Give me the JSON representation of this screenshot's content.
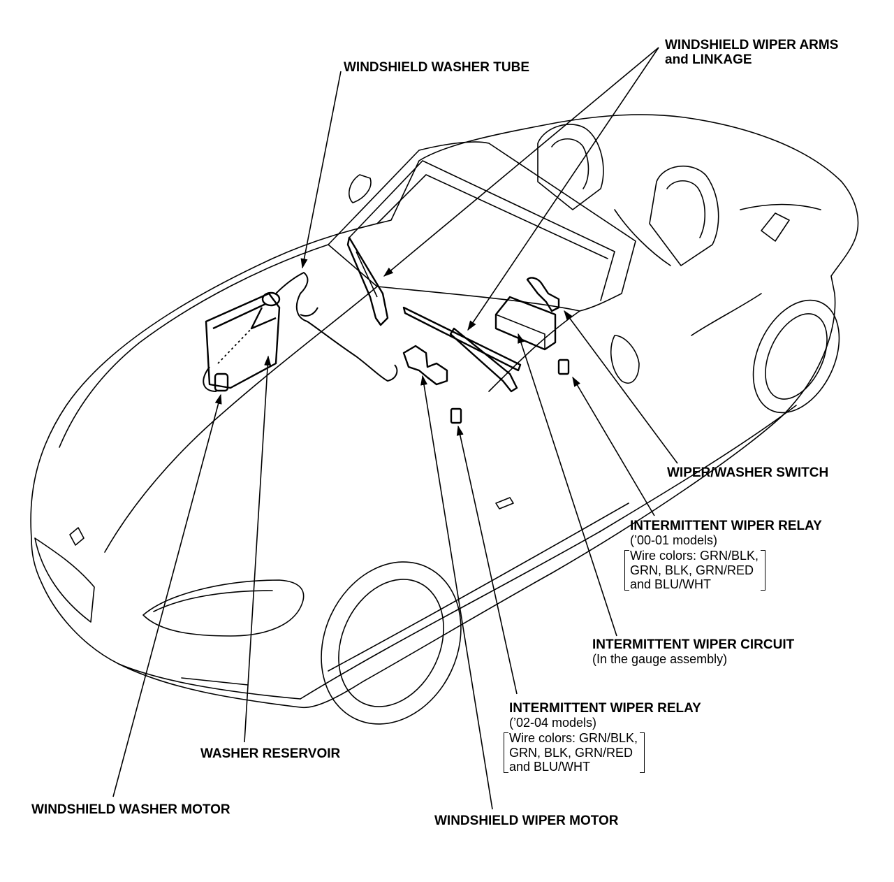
{
  "labels": {
    "wiper_arms_line1": "WINDSHIELD WIPER ARMS",
    "wiper_arms_line2": "and LINKAGE",
    "washer_tube": "WINDSHIELD WASHER TUBE",
    "wiper_washer_switch": "WIPER/WASHER SWITCH",
    "relay_00_01": {
      "title": "INTERMITTENT WIPER RELAY",
      "models": "(’00-01 models)",
      "wires": [
        "Wire colors: GRN/BLK,",
        "GRN, BLK, GRN/RED",
        "and BLU/WHT"
      ]
    },
    "wiper_circuit": {
      "title": "INTERMITTENT WIPER CIRCUIT",
      "note": "(In the gauge assembly)"
    },
    "relay_02_04": {
      "title": "INTERMITTENT WIPER RELAY",
      "models": "(’02-04 models)",
      "wires": [
        "Wire colors: GRN/BLK,",
        "GRN, BLK, GRN/RED",
        "and BLU/WHT"
      ]
    },
    "washer_reservoir": "WASHER RESERVOIR",
    "washer_motor": "WINDSHIELD WASHER MOTOR",
    "wiper_motor": "WINDSHIELD WIPER MOTOR"
  },
  "colors": {
    "ink": "#000000",
    "background": "#ffffff"
  }
}
